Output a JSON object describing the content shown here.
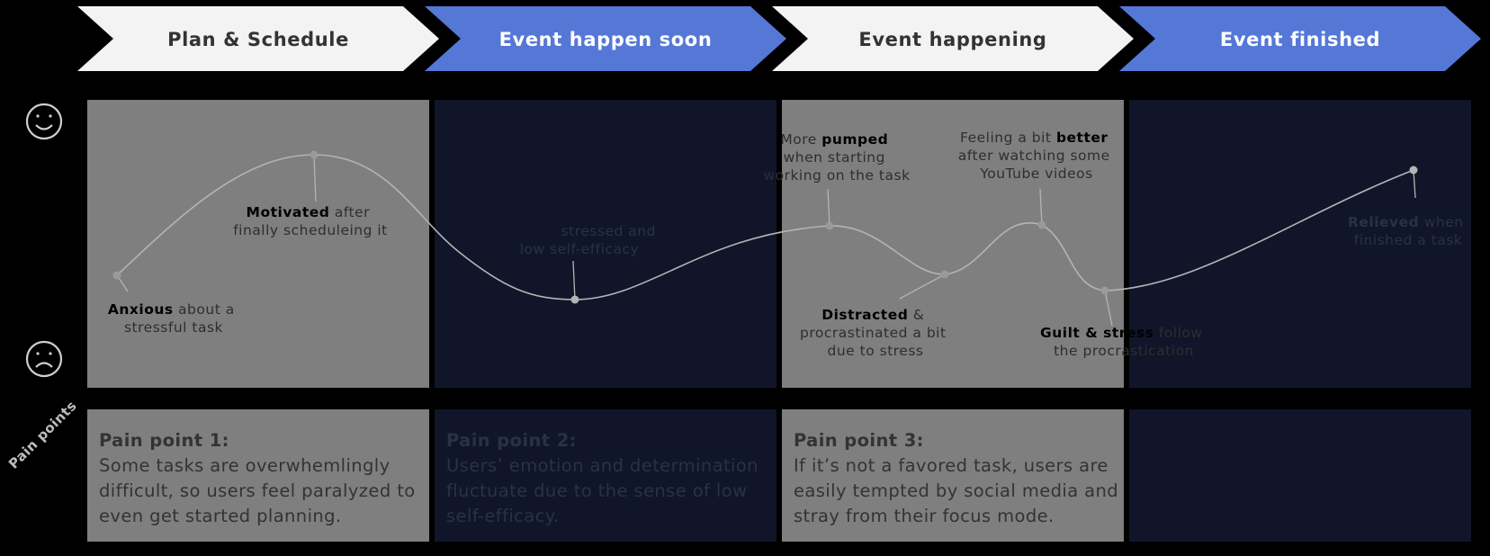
{
  "phases": [
    {
      "label": "Plan & Schedule",
      "fill": "#f3f3f3",
      "text_color": "#333333"
    },
    {
      "label": "Event happen soon",
      "fill": "#5577d6",
      "text_color": "#ffffff"
    },
    {
      "label": "Event happening",
      "fill": "#f3f3f3",
      "text_color": "#333333"
    },
    {
      "label": "Event finished",
      "fill": "#5577d6",
      "text_color": "#ffffff"
    }
  ],
  "emotion_panels": {
    "colors": [
      "#7f7f7f",
      "#10152a",
      "#7f7f7f",
      "#10152a"
    ]
  },
  "icons": {
    "happy": "smiley-face-icon",
    "sad": "frowning-face-icon"
  },
  "annotations": [
    {
      "bold": "Anxious",
      "rest": " about a",
      "line2": "stressful task"
    },
    {
      "bold": "Motivated",
      "rest": " after",
      "line2": "finally scheduleing it"
    },
    {
      "line1": "stressed and",
      "line2": "low self-efficacy"
    },
    {
      "pre": "More ",
      "bold": "pumped",
      "line2": "when starting",
      "line3": "working on the task"
    },
    {
      "bold": "Distracted",
      "rest": " &",
      "line2": "procrastinated a bit",
      "line3": "due to stress"
    },
    {
      "pre": "Feeling a bit ",
      "bold": "better",
      "line2": "after watching some",
      "line3": "YouTube videos"
    },
    {
      "bold": "Guilt & stress",
      "rest": " follow",
      "line2": "the procrastication"
    },
    {
      "bold": "Relieved",
      "rest": " when",
      "line2": "finished a task"
    }
  ],
  "pain_points_label": "Pain points",
  "pain_points": [
    {
      "title": "Pain point 1:",
      "text": "Some tasks are overwhemlingly difficult, so users feel paralyzed to even get started planning."
    },
    {
      "title": "Pain point 2:",
      "text": "Users’ emotion and determination fluctuate due to the sense of low self-efficacy."
    },
    {
      "title": "Pain point 3:",
      "text": "If it’s not a favored task, users are easily tempted by social media and stray from their focus mode."
    },
    {
      "title": "",
      "text": ""
    }
  ],
  "colors": {
    "grey_panel": "#7f7f7f",
    "navy_panel": "#10152a",
    "curve": "#b4b4b4",
    "dark_text": "#333333",
    "muted_text": "#2a3048"
  }
}
